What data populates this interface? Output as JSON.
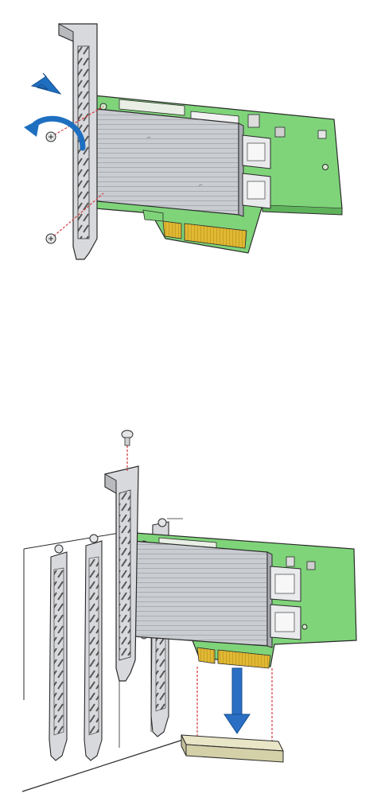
{
  "figures": [
    {
      "id": "bracket-removal",
      "parts": [
        "mounting-bracket",
        "bracket-screw",
        "bracket-screw",
        "raid-controller-card",
        "heatsink",
        "mini-sas-connector",
        "mini-sas-connector",
        "pcie-edge-connector"
      ],
      "arrows": [
        {
          "kind": "straight",
          "direction": "up-left",
          "color": "#1f6fc0"
        },
        {
          "kind": "curved",
          "direction": "counter-clockwise",
          "color": "#1f6fc0"
        }
      ]
    },
    {
      "id": "card-installation",
      "parts": [
        "card-with-bracket",
        "retention-screw",
        "pcie-slot",
        "neighbor-bracket",
        "neighbor-bracket",
        "neighbor-bracket"
      ],
      "arrows": [
        {
          "kind": "straight",
          "direction": "down",
          "color": "#2a6fc4"
        }
      ]
    }
  ],
  "colors": {
    "pcb": "#7fd47a",
    "pcb_edge": "#5fb35b",
    "heatsink": "#c9ccd1",
    "bracket": "#d8d9dc",
    "gold": "#e0b832",
    "arrow": "#1f6fc0",
    "guide_line": "#d43a3a",
    "outline": "#2a2a2a"
  }
}
